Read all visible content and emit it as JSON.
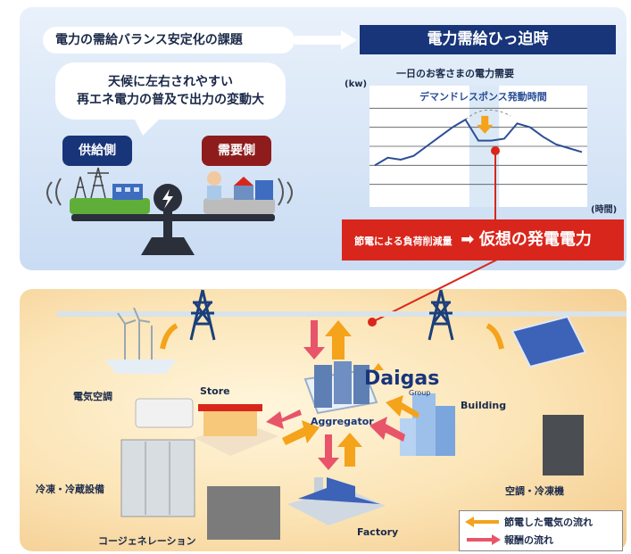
{
  "top": {
    "heading": "電力の需給バランス安定化の課題",
    "banner": "電力需給ひっ迫時",
    "bubble_line1": "天候に左右されやすい",
    "bubble_line2": "再エネ電力の普及で出力の変動大",
    "supply_label": "供給側",
    "demand_label": "需要側",
    "chart_title": "一日のお客さまの電力需要",
    "y_unit": "(kw)",
    "x_unit": "(時間)",
    "dr_label": "デマンドレスポンス発動時間",
    "red_small": "節電による負荷削減量",
    "red_big": "仮想の発電電力"
  },
  "chart_data": {
    "type": "line",
    "title": "一日のお客さまの電力需要",
    "xlabel": "(時間)",
    "ylabel": "(kw)",
    "x": [
      0,
      1,
      2,
      3,
      4,
      5,
      6,
      7,
      8,
      9,
      10,
      11,
      12,
      13,
      14,
      15,
      16
    ],
    "series": [
      {
        "values": [
          2.0,
          2.4,
          2.3,
          2.5,
          3.0,
          3.5,
          4.0,
          4.4,
          3.3,
          3.3,
          3.4,
          4.2,
          4.0,
          3.5,
          3.1,
          2.9,
          2.7
        ]
      }
    ],
    "ylim": [
      0,
      6
    ],
    "dr_window": [
      7.3,
      9.6
    ],
    "grid": true
  },
  "bottom": {
    "brand": "Daigas",
    "brand_sub": "Group",
    "aggregator": "Aggregator",
    "store": "Store",
    "building": "Building",
    "factory": "Factory",
    "aircon": "電気空調",
    "freezer": "冷凍・冷蔵設備",
    "cogen": "コージェネレーション",
    "chiller": "空調・冷凍機",
    "legend_saved": "節電した電気の流れ",
    "legend_reward": "報酬の流れ"
  },
  "colors": {
    "navy": "#18357a",
    "red": "#d9261c",
    "orange": "#f4a31a",
    "pink": "#e8546a",
    "curve": "#2a4e96"
  }
}
